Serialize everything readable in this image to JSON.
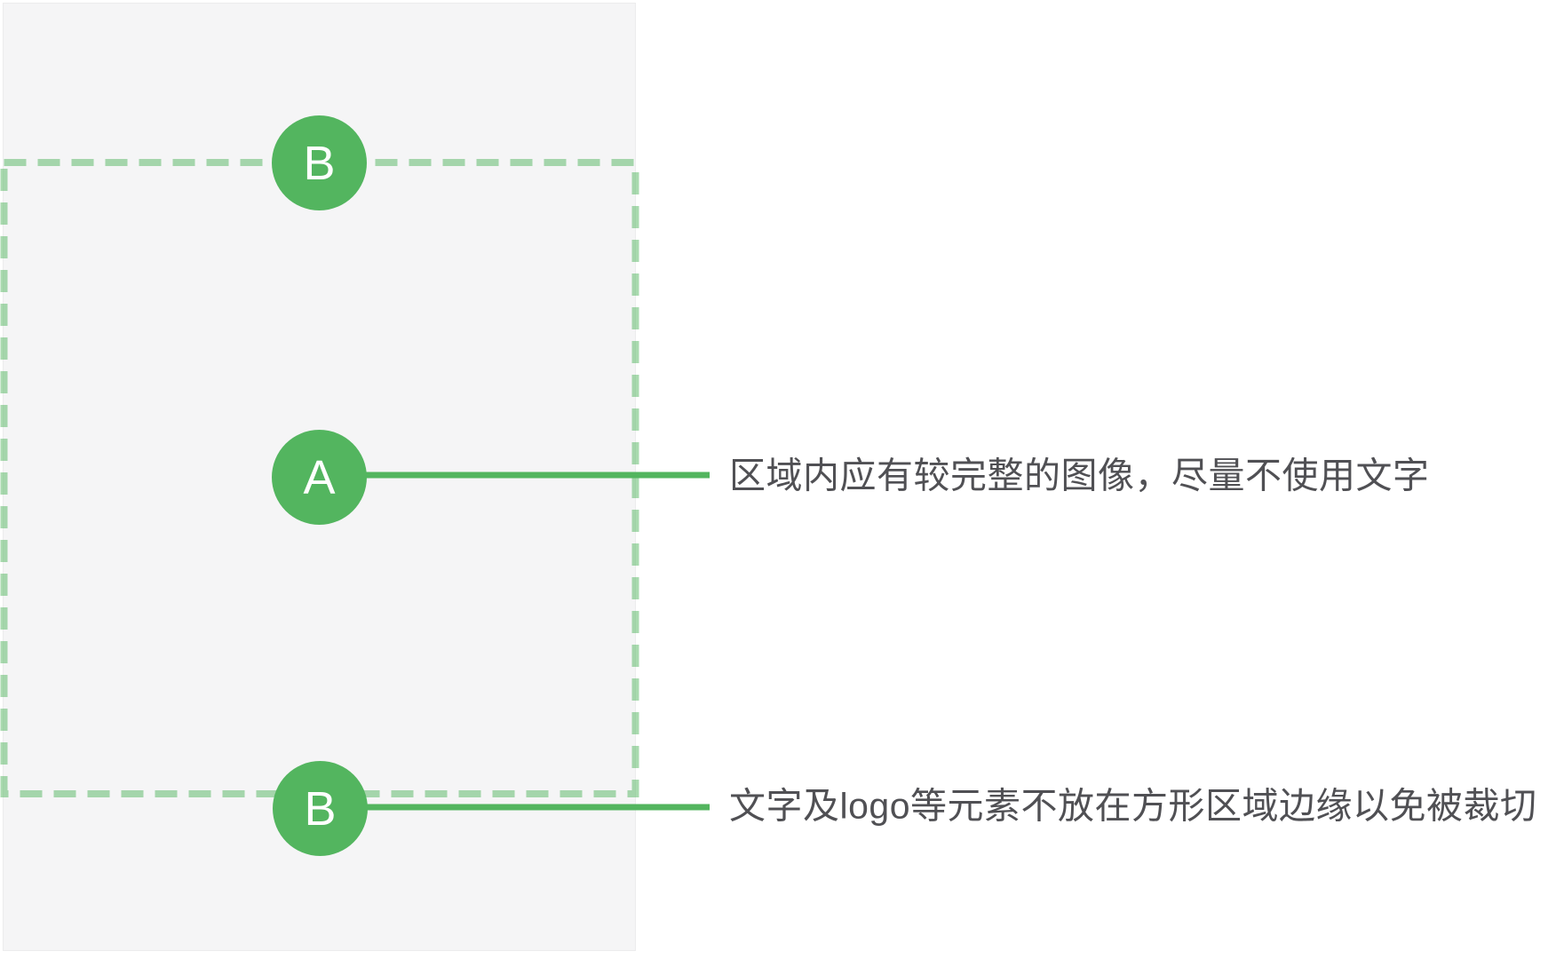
{
  "markers": [
    {
      "label": "B"
    },
    {
      "label": "A"
    },
    {
      "label": "B"
    }
  ],
  "annotations": [
    {
      "marker": "A",
      "text": "区域内应有较完整的图像，尽量不使用文字"
    },
    {
      "marker": "B",
      "text": "文字及logo等元素不放在方形区域边缘以免被裁切"
    }
  ],
  "colors": {
    "accent_green": "#53b55f",
    "dash_green_overlay": "rgba(83,181,95,0.5)",
    "panel_bg": "#f5f5f6",
    "panel_border": "#ececed",
    "page_bg": "#ffffff",
    "annotation_text": "#505054",
    "badge_text": "#ffffff"
  }
}
